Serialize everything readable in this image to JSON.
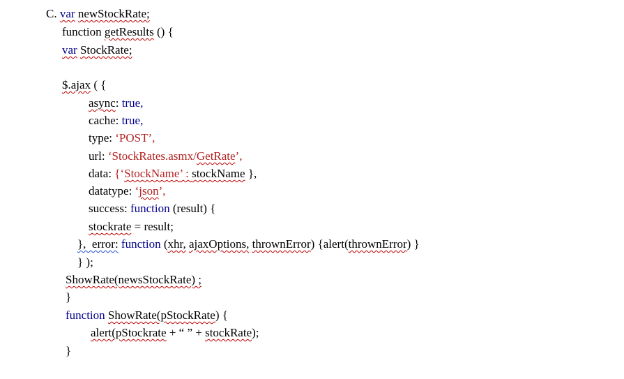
{
  "document": {
    "lines": [
      [
        {
          "t": "C. ",
          "c": "plain"
        },
        {
          "t": "var",
          "c": "kw squig"
        },
        {
          "t": " ",
          "c": "plain"
        },
        {
          "t": "newStockRate",
          "c": "squig"
        },
        {
          "t": ";",
          "c": "squig"
        }
      ],
      [
        {
          "t": "function ",
          "c": "plain"
        },
        {
          "t": "getResults",
          "c": "squig"
        },
        {
          "t": " () {",
          "c": "plain"
        }
      ],
      [
        {
          "t": "var",
          "c": "kw squig"
        },
        {
          "t": " ",
          "c": "plain"
        },
        {
          "t": "StockRate",
          "c": "squig"
        },
        {
          "t": ";",
          "c": "squig"
        }
      ],
      [],
      [
        {
          "t": "$.ajax",
          "c": "squig"
        },
        {
          "t": " ( {",
          "c": "plain"
        }
      ],
      [
        {
          "t": "async",
          "c": "squig"
        },
        {
          "t": ": ",
          "c": "plain"
        },
        {
          "t": "true,",
          "c": "kw"
        }
      ],
      [
        {
          "t": "cache: ",
          "c": "plain"
        },
        {
          "t": "true,",
          "c": "kw"
        }
      ],
      [
        {
          "t": "type: ",
          "c": "plain"
        },
        {
          "t": "‘POST’,",
          "c": "str"
        }
      ],
      [
        {
          "t": "url: ",
          "c": "plain"
        },
        {
          "t": "‘StockRates.asmx/",
          "c": "str"
        },
        {
          "t": "GetRate",
          "c": "str squig"
        },
        {
          "t": "’,",
          "c": "str"
        }
      ],
      [
        {
          "t": "data: ",
          "c": "plain"
        },
        {
          "t": "{‘",
          "c": "str"
        },
        {
          "t": "StockName",
          "c": "str squig"
        },
        {
          "t": "’ : ",
          "c": "str squig"
        },
        {
          "t": "stockName",
          "c": "squig"
        },
        {
          "t": " },",
          "c": "plain"
        }
      ],
      [
        {
          "t": "datatype: ",
          "c": "plain"
        },
        {
          "t": "‘",
          "c": "str"
        },
        {
          "t": "json",
          "c": "str squig"
        },
        {
          "t": "’,",
          "c": "str"
        }
      ],
      [
        {
          "t": "success: ",
          "c": "plain"
        },
        {
          "t": "function",
          "c": "kw"
        },
        {
          "t": " (result) {",
          "c": "plain"
        }
      ],
      [
        {
          "t": "stockrate",
          "c": "squig"
        },
        {
          "t": " = result;",
          "c": "plain"
        }
      ],
      [
        {
          "t": "},  error:",
          "c": "blue-squig"
        },
        {
          "t": " ",
          "c": "plain"
        },
        {
          "t": "function",
          "c": "kw"
        },
        {
          "t": " (",
          "c": "plain"
        },
        {
          "t": "xhr,",
          "c": "squig"
        },
        {
          "t": " ",
          "c": "plain"
        },
        {
          "t": "ajaxOptions,",
          "c": "squig"
        },
        {
          "t": " ",
          "c": "plain"
        },
        {
          "t": "thrownError",
          "c": "squig"
        },
        {
          "t": ") {alert(",
          "c": "plain"
        },
        {
          "t": "thrownError",
          "c": "squig"
        },
        {
          "t": ") }",
          "c": "plain"
        }
      ],
      [
        {
          "t": "} );",
          "c": "plain"
        }
      ],
      [
        {
          "t": "ShowRate(newsStockRate) ;",
          "c": "squig"
        }
      ],
      [
        {
          "t": "}",
          "c": "plain"
        }
      ],
      [
        {
          "t": "function",
          "c": "kw"
        },
        {
          "t": " ",
          "c": "plain"
        },
        {
          "t": "ShowRate(pStockRate",
          "c": "squig"
        },
        {
          "t": ") {",
          "c": "plain"
        }
      ],
      [
        {
          "t": "alert(pStockrate",
          "c": "squig"
        },
        {
          "t": " + “ ” + ",
          "c": "plain"
        },
        {
          "t": "stockRate",
          "c": "squig"
        },
        {
          "t": ");",
          "c": "plain"
        }
      ],
      [
        {
          "t": "}",
          "c": "plain"
        }
      ]
    ]
  }
}
